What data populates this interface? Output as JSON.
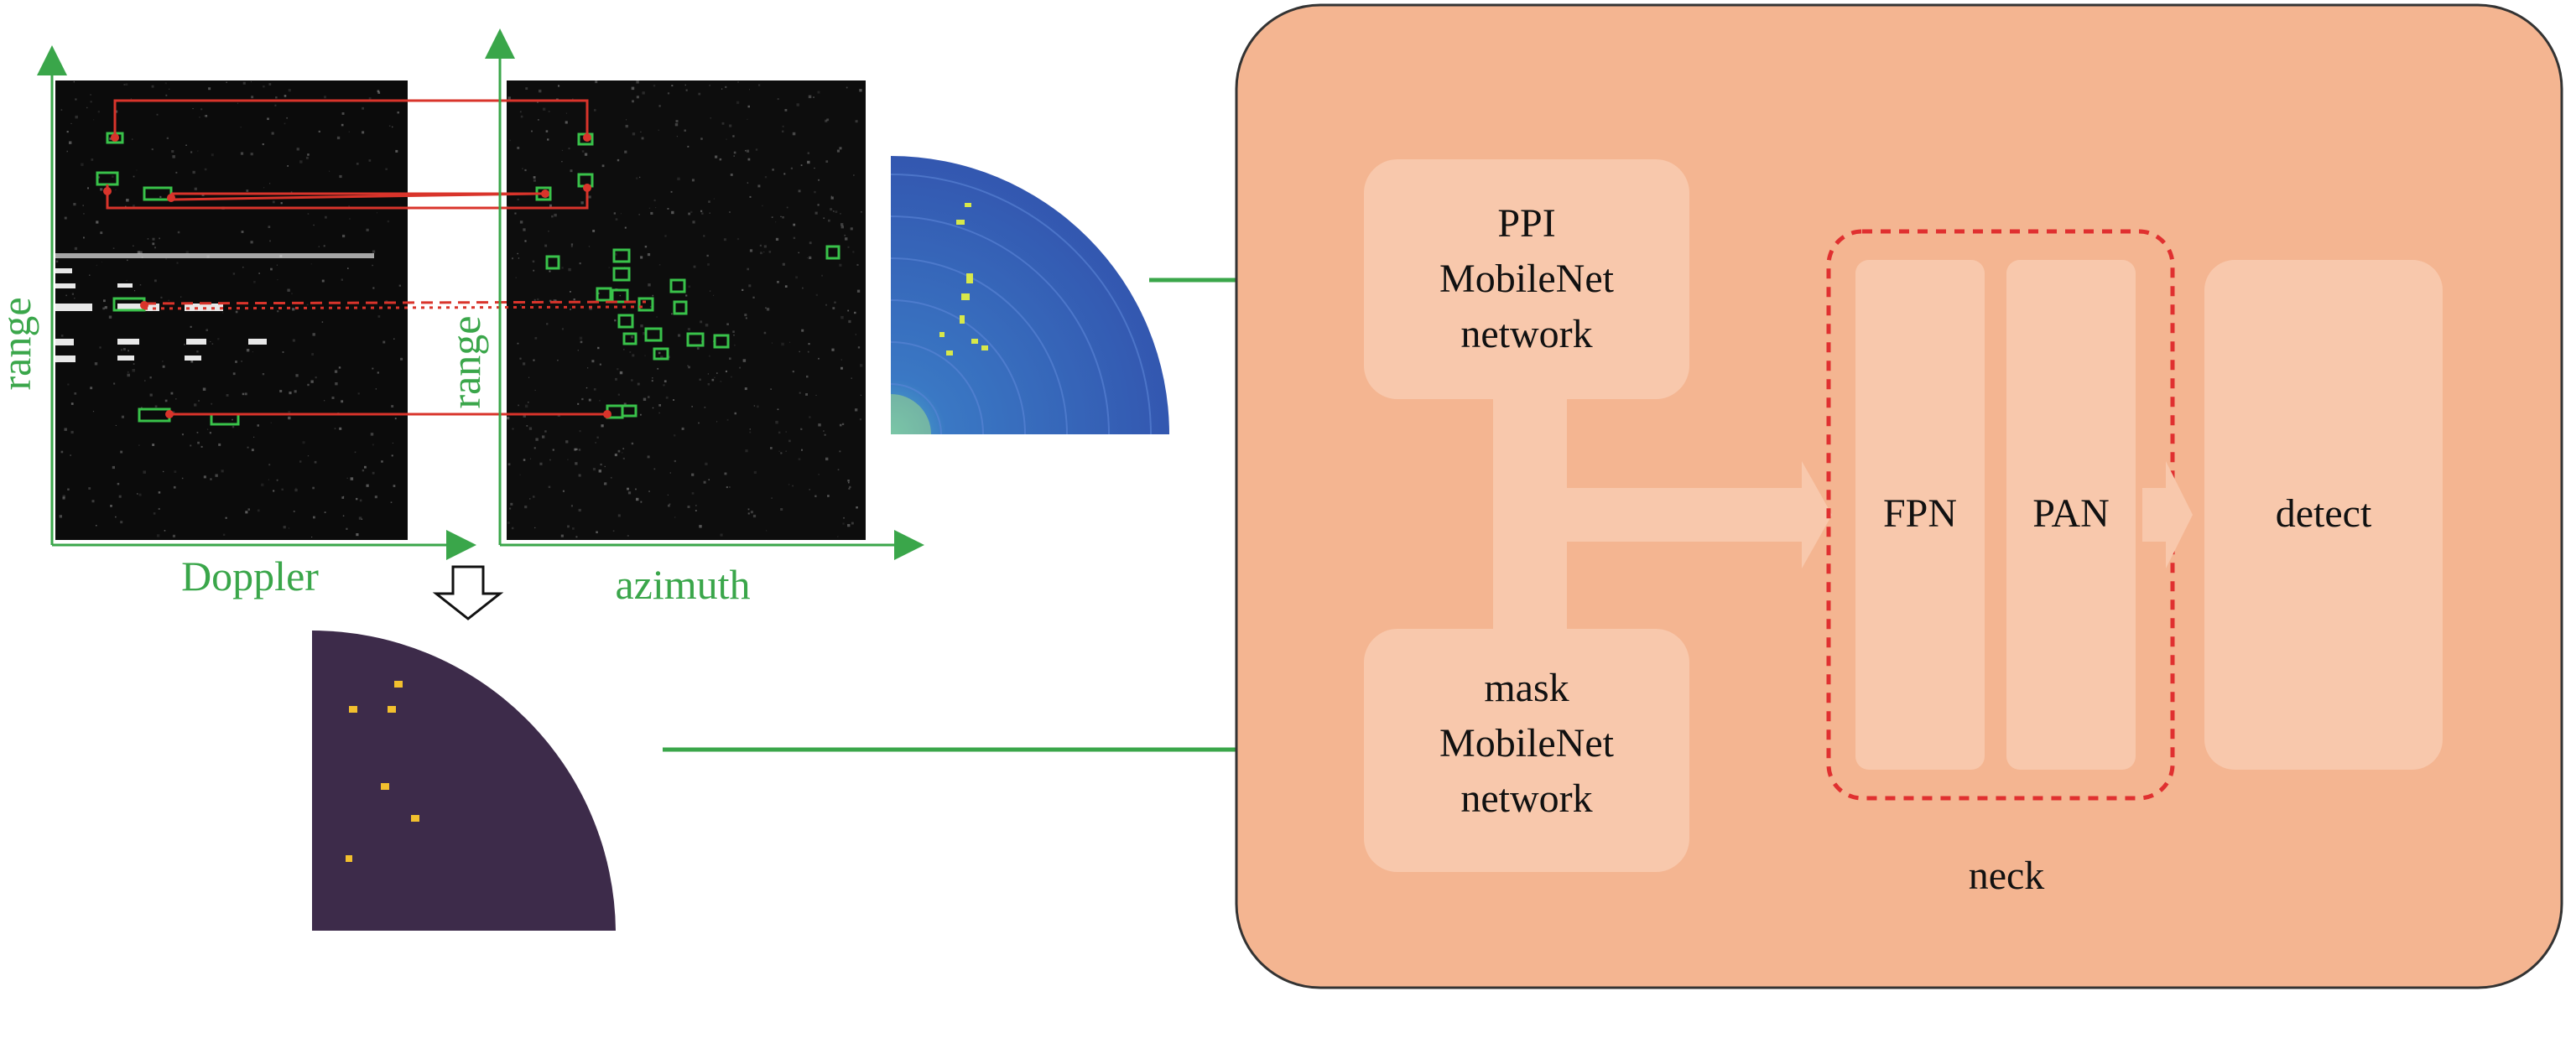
{
  "left_panel": {
    "doppler_axis_label": "Doppler",
    "range_axis_label_1": "range",
    "range_axis_label_2": "range",
    "azimuth_axis_label": "azimuth"
  },
  "network": {
    "ppi_block": {
      "line1": "PPI",
      "line2": "MobileNet",
      "line3": "network"
    },
    "mask_block": {
      "line1": "mask",
      "line2": "MobileNet",
      "line3": "network"
    },
    "fpn_label": "FPN",
    "pan_label": "PAN",
    "detect_label": "detect",
    "neck_label": "neck"
  },
  "colors": {
    "panel_fill": "#f4b591",
    "block_fill": "#f8c8ac",
    "axis_green": "#3aa64a",
    "marker_red": "#d9342b",
    "neck_dash": "#e03030",
    "ppi_blue": "#3a5fb8",
    "mask_purple": "#3d2b4a"
  }
}
